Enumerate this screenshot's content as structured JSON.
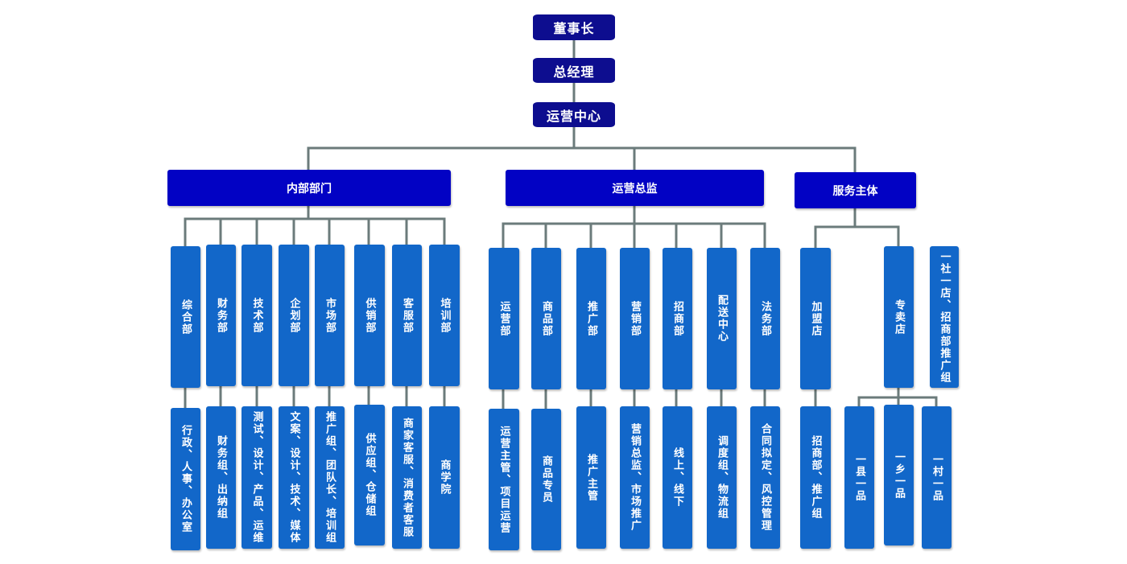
{
  "org_chart": {
    "chairman": "董事长",
    "general_manager": "总经理",
    "operations_center": "运营中心",
    "branches": {
      "internal": {
        "label": "内部部门",
        "departments": [
          {
            "name": "综合部",
            "detail": "行政、人事、办公室"
          },
          {
            "name": "财务部",
            "detail": "财务组、出纳组"
          },
          {
            "name": "技术部",
            "detail": "测试、设计、产品、运维"
          },
          {
            "name": "企划部",
            "detail": "文案、设计、技术、媒体"
          },
          {
            "name": "市场部",
            "detail": "推广组、团队长、培训组"
          },
          {
            "name": "供销部",
            "detail": "供应组、仓储组"
          },
          {
            "name": "客服部",
            "detail": "商家客服、消费者客服"
          },
          {
            "name": "培训部",
            "detail": "商学院"
          }
        ]
      },
      "operations": {
        "label": "运营总监",
        "departments": [
          {
            "name": "运营部",
            "detail": "运营主管、项目运营"
          },
          {
            "name": "商品部",
            "detail": "商品专员"
          },
          {
            "name": "推广部",
            "detail": "推广主管"
          },
          {
            "name": "营销部",
            "detail": "营销总监、市场推广"
          },
          {
            "name": "招商部",
            "detail": "线上、线下"
          },
          {
            "name": "配送中心",
            "detail": "调度组、物流组"
          },
          {
            "name": "法务部",
            "detail": "合同拟定、风控管理"
          }
        ]
      },
      "service": {
        "label": "服务主体",
        "franchise": {
          "name": "加盟店",
          "detail": "招商部、推广组"
        },
        "specialty": {
          "name": "专卖店",
          "subs": [
            "一县一品",
            "一乡一品",
            "一村一品"
          ]
        },
        "community": "一社一店、招商部推广组"
      }
    }
  }
}
